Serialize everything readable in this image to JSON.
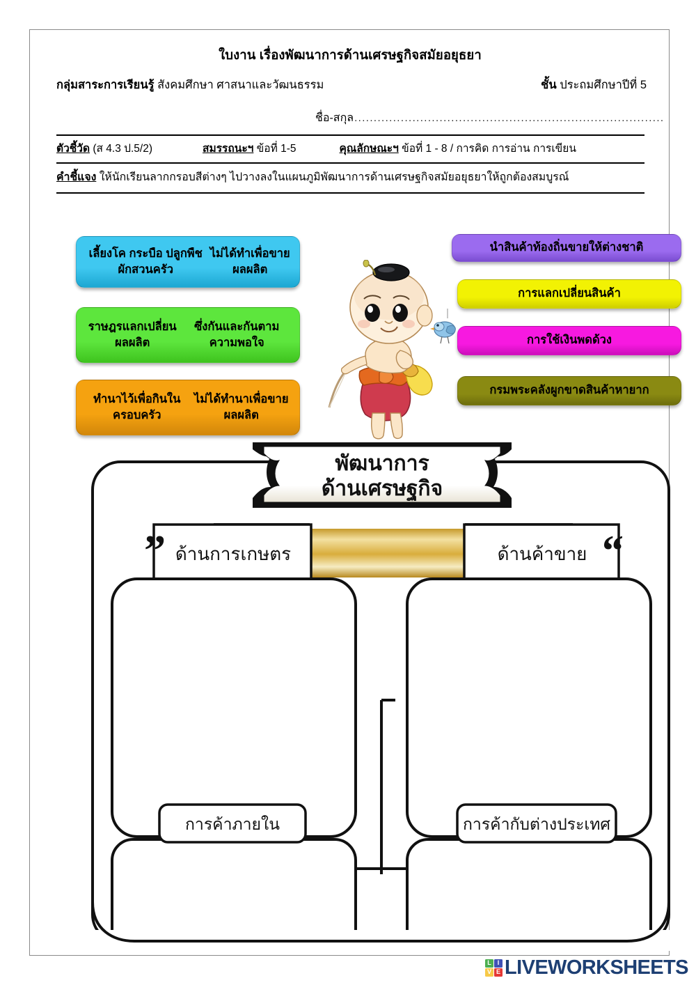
{
  "document": {
    "title": "ใบงาน เรื่องพัฒนาการด้านเศรษฐกิจสมัยอยุธยา",
    "subject_label": "กลุ่มสาระการเรียนรู้",
    "subject_value": "สังคมศึกษา ศาสนาและวัฒนธรรม",
    "grade_label": "ชั้น",
    "grade_value": "ประถมศึกษาปีที่ 5",
    "name_label": "ชื่อ-สกุล",
    "name_dots": "................................................................................................................"
  },
  "indicators": {
    "indicator_label": "ตัวชี้วัด",
    "indicator_value": "(ส 4.3 ป.5/2)",
    "competency_label": "สมรรถนะฯ",
    "competency_value": "ข้อที่ 1-5",
    "attribute_label": "คุณลักษณะฯ",
    "attribute_value": "ข้อที่ 1 - 8 / การคิด การอ่าน การเขียน"
  },
  "instruction": {
    "label": "คำชี้แจง",
    "text": "ให้นักเรียนลากกรอบสีต่างๆ ไปวางลงในแผนภูมิพัฒนาการด้านเศรษฐกิจสมัยอยุธยาให้ถูกต้องสมบูรณ์"
  },
  "chips": {
    "left": [
      {
        "id": "chip-agri-livestock",
        "text": "เลี้ยงโค กระบือ ปลูกพืชผักสวนครัว\nไม่ได้ทำเพื่อขายผลผลิต",
        "color": "#3FC8F0",
        "color_dark": "#1CA7D2"
      },
      {
        "id": "chip-barter-people",
        "text": "ราษฎรแลกเปลี่ยนผลผลิต\nซึ่งกันและกันตามความพอใจ",
        "color": "#5DE63D",
        "color_dark": "#3FC41F"
      },
      {
        "id": "chip-rice-family",
        "text": "ทำนาไว้เพื่อกินในครอบครัว\nไม่ได้ทำนาเพื่อขายผลผลิต",
        "color": "#F5A210",
        "color_dark": "#D2870A"
      }
    ],
    "right": [
      {
        "id": "chip-export-local",
        "text": "นำสินค้าท้องถิ่นขายให้ต่างชาติ",
        "color": "#9B6BEF",
        "color_dark": "#7A4CD0"
      },
      {
        "id": "chip-barter-goods",
        "text": "การแลกเปลี่ยนสินค้า",
        "color": "#F2F203",
        "color_dark": "#CFCF00"
      },
      {
        "id": "chip-pod-duang-money",
        "text": "การใช้เงินพดด้วง",
        "color": "#F719E0",
        "color_dark": "#CC0FBB"
      },
      {
        "id": "chip-royal-monopoly",
        "text": "กรมพระคลังผูกขาดสินค้าหายาก",
        "color": "#8A8A12",
        "color_dark": "#6E6E0C"
      }
    ]
  },
  "diagram": {
    "banner_line1": "พัฒนาการ",
    "banner_line2": "ด้านเศรษฐกิจ",
    "branch_left": "ด้านการเกษตร",
    "branch_right": "ด้านค้าขาย",
    "sub_left": "การค้าภายใน",
    "sub_right": "การค้ากับต่างประเทศ",
    "answer_boxes": [
      {
        "id": "answer-box-agri-top",
        "text": ""
      },
      {
        "id": "answer-box-agri-bottom",
        "text": ""
      },
      {
        "id": "answer-box-trade-top",
        "text": ""
      },
      {
        "id": "answer-box-trade-bottom",
        "text": ""
      }
    ]
  },
  "footer": {
    "wordmark": "LIVEWORKSHEETS",
    "tiles": [
      {
        "letter": "L",
        "color": "#4CAF50"
      },
      {
        "letter": "I",
        "color": "#3F51B5"
      },
      {
        "letter": "V",
        "color": "#F7C948"
      },
      {
        "letter": "E",
        "color": "#E53935"
      }
    ]
  }
}
